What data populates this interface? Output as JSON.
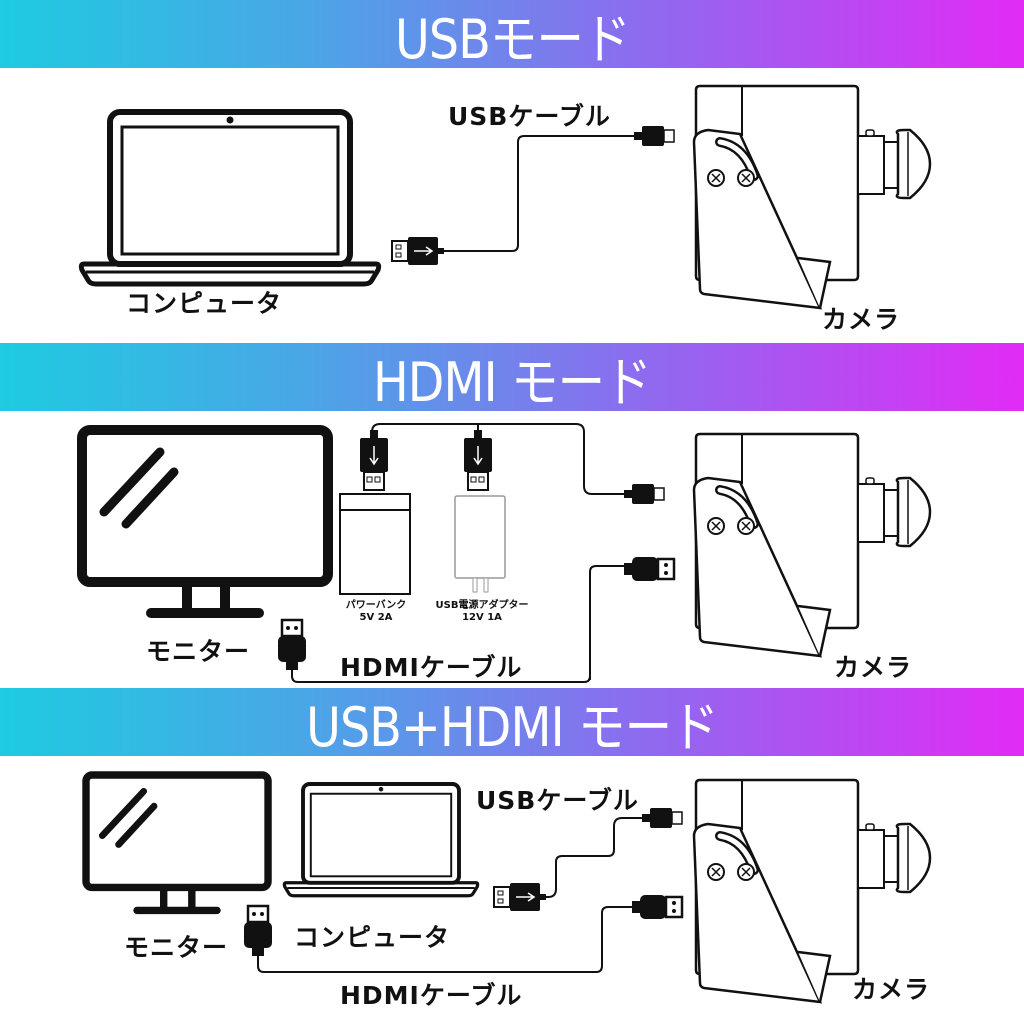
{
  "colors": {
    "gradient_start": "#1ecbe1",
    "gradient_mid": "#8c6cef",
    "gradient_end": "#e22bf5",
    "line": "#111111"
  },
  "sections": [
    {
      "title": "USBモード",
      "labels": {
        "computer": "コンピュータ",
        "usb_cable": "USBケーブル",
        "camera": "カメラ"
      }
    },
    {
      "title": "HDMI モード",
      "labels": {
        "monitor": "モニター",
        "power_bank": "パワーバンク",
        "power_bank_spec": "5V 2A",
        "adapter": "USB電源アダプター",
        "adapter_spec": "12V 1A",
        "hdmi_cable": "HDMIケーブル",
        "camera": "カメラ"
      }
    },
    {
      "title": "USB+HDMI モード",
      "labels": {
        "monitor": "モニター",
        "computer": "コンピュータ",
        "usb_cable": "USBケーブル",
        "hdmi_cable": "HDMIケーブル",
        "camera": "カメラ"
      }
    }
  ]
}
